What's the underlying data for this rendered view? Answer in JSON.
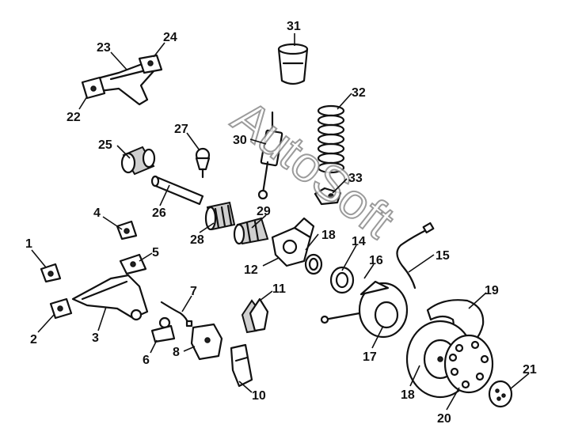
{
  "watermark": "AutoSoft",
  "callouts": {
    "c1": "1",
    "c2": "2",
    "c3": "3",
    "c4": "4",
    "c5": "5",
    "c6": "6",
    "c7": "7",
    "c8": "8",
    "c10": "10",
    "c11": "11",
    "c12": "12",
    "c14": "14",
    "c15": "15",
    "c16": "16",
    "c17": "17",
    "c18a": "18",
    "c18b": "18",
    "c19": "19",
    "c20": "20",
    "c21": "21",
    "c22": "22",
    "c23": "23",
    "c24": "24",
    "c25": "25",
    "c26": "26",
    "c27": "27",
    "c28": "28",
    "c29": "29",
    "c30": "30",
    "c31": "31",
    "c32": "32",
    "c33": "33"
  }
}
